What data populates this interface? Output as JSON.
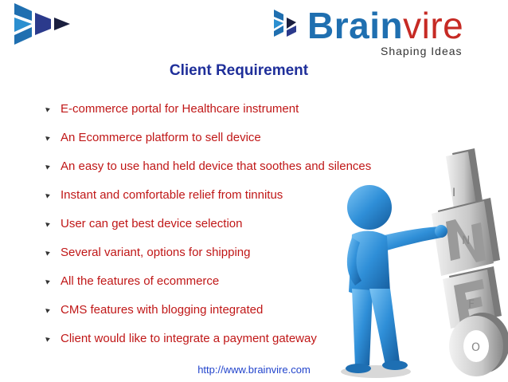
{
  "brand": {
    "name_part1": "Brain",
    "name_part2": "vire",
    "tagline": "Shaping Ideas"
  },
  "slide": {
    "title": "Client Requirement",
    "requirements": [
      "E-commerce portal for Healthcare instrument",
      "An Ecommerce platform to sell device",
      "An easy to use hand held device that soothes and silences",
      "Instant and comfortable relief from tinnitus",
      "User can get best device selection",
      "Several variant, options for shipping",
      "All the features of ecommerce",
      "CMS features with blogging integrated",
      "Client would like to integrate a payment gateway"
    ],
    "footer_url": "http://www.brainvire.com"
  },
  "colors": {
    "brand_blue": "#1f6fb0",
    "brand_red": "#c62a24",
    "title_blue": "#1f2f9a",
    "text_red": "#c01717",
    "link_blue": "#2244cc"
  },
  "illustration": {
    "letters": [
      "I",
      "N",
      "F",
      "O"
    ]
  }
}
